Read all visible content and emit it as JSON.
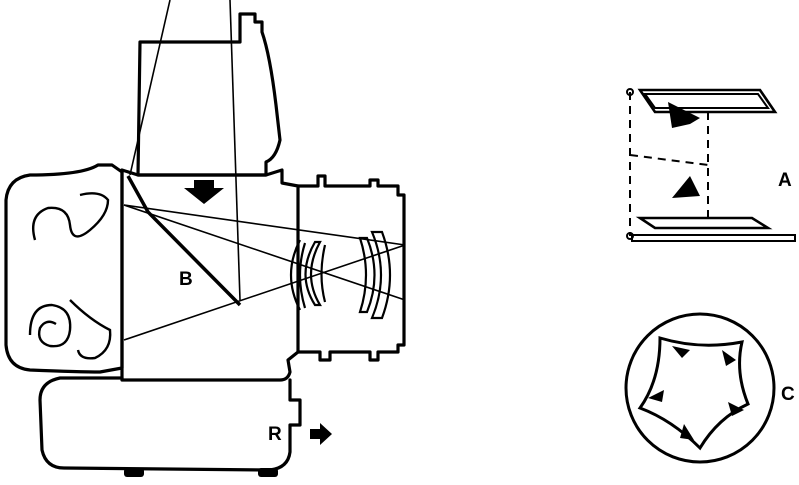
{
  "labels": {
    "mirror": "B",
    "release": "R",
    "shutter": "A",
    "aperture": "C"
  },
  "colors": {
    "ink": "#000000",
    "paper": "#ffffff"
  },
  "icons": [
    "arrow-icon"
  ]
}
